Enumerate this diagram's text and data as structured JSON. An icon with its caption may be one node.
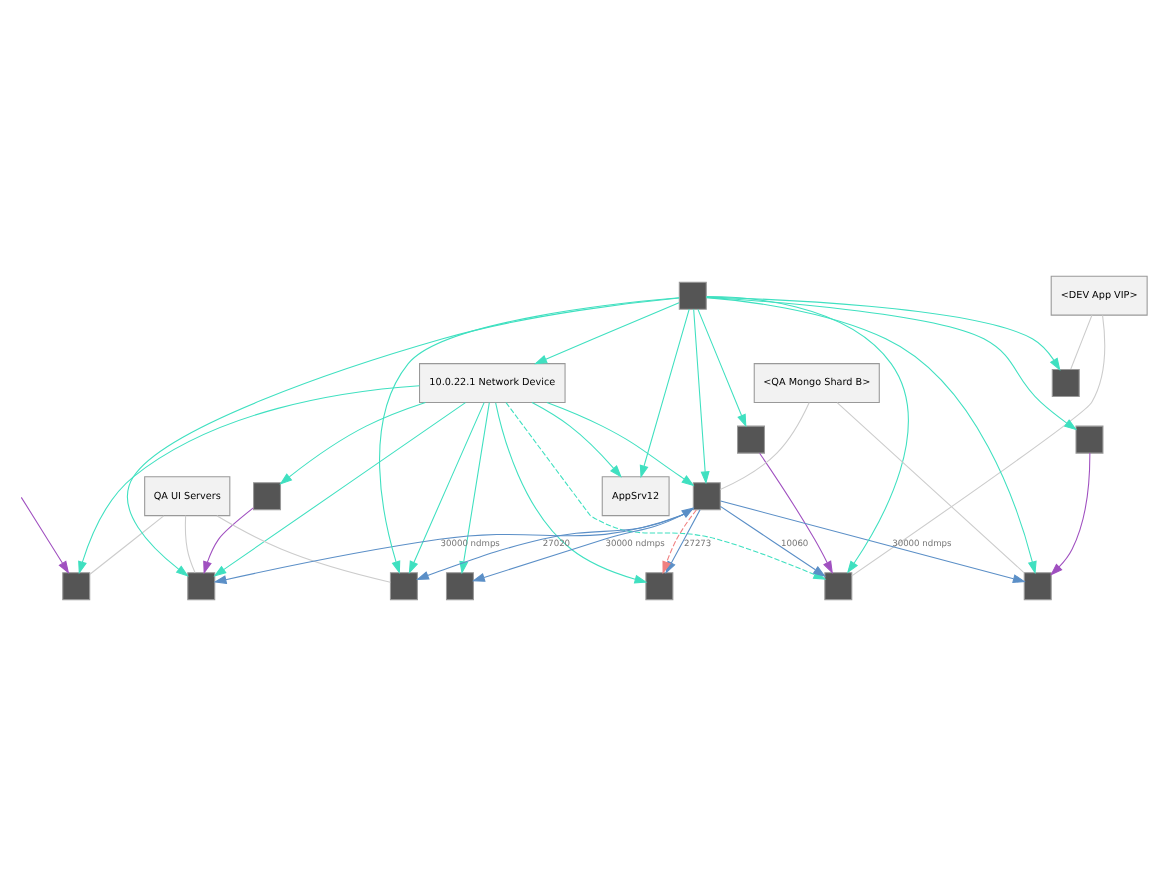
{
  "diagram": {
    "nodes": [
      {
        "text": [
          "AppSrv12"
        ]
      },
      {
        "text": [
          "10.0.22.1 Network Device"
        ]
      },
      {
        "text": [],
        "shape": "box"
      },
      {
        "text": [
          "QA UI Servers"
        ]
      },
      {
        "text": [],
        "shape": "box"
      },
      {
        "text": [],
        "shape": "box"
      },
      {
        "text": [],
        "shape": "box"
      },
      {
        "text": [
          "<DEV App VIP>"
        ]
      },
      {
        "text": [],
        "shape": "box"
      },
      {
        "text": [],
        "shape": "box"
      },
      {
        "text": [],
        "shape": "box"
      },
      {
        "text": [],
        "shape": "box"
      },
      {
        "text": [],
        "shape": "box"
      },
      {
        "text": [],
        "shape": "box"
      },
      {
        "text": [],
        "shape": "box"
      },
      {
        "text": [],
        "shape": "box"
      },
      {
        "text": [],
        "shape": "box"
      },
      {
        "text": [
          "<QA Mongo Shard B>"
        ]
      }
    ],
    "edges": [
      {
        "from": 1,
        "to": 0,
        "arrow": "to"
      },
      {
        "from": 15,
        "to": 0,
        "arrow": "to"
      },
      {
        "from": 1,
        "to": 2,
        "arrow": "to"
      },
      {
        "from": 1,
        "to": 4,
        "arrow": "to"
      },
      {
        "from": 1,
        "to": 5,
        "arrow": "to"
      },
      {
        "from": 1,
        "to": 6,
        "arrow": "to"
      },
      {
        "from": 1,
        "to": 9,
        "arrow": "to",
        "style": "dashed"
      },
      {
        "from": 1,
        "to": 11,
        "arrow": "to"
      },
      {
        "from": 1,
        "to": 12,
        "arrow": "to"
      },
      {
        "from": 1,
        "to": 13,
        "arrow": "to"
      },
      {
        "from": 15,
        "to": 1,
        "arrow": "to"
      },
      {
        "from": 15,
        "to": 4,
        "arrow": "to"
      },
      {
        "from": 15,
        "to": 5,
        "arrow": "to"
      },
      {
        "from": 15,
        "to": 8,
        "arrow": "to"
      },
      {
        "from": 15,
        "to": 9,
        "arrow": "to"
      },
      {
        "from": 15,
        "to": 10,
        "arrow": "to"
      },
      {
        "from": 15,
        "to": 11,
        "arrow": "to"
      },
      {
        "from": 15,
        "to": 14,
        "arrow": "to"
      },
      {
        "from": 15,
        "to": 16,
        "arrow": "to"
      },
      {
        "from": 3,
        "to": 4,
        "arrow": "none",
        "color": "#cccccc"
      },
      {
        "from": 3,
        "to": 5,
        "arrow": "none",
        "color": "#cccccc"
      },
      {
        "from": 3,
        "to": 6,
        "arrow": "none",
        "color": "#cccccc"
      },
      {
        "from": 7,
        "to": 8,
        "arrow": "none",
        "color": "#cccccc"
      },
      {
        "from": 7,
        "to": 9,
        "arrow": "none",
        "color": "#cccccc"
      },
      {
        "from": 17,
        "to": 11,
        "arrow": "none",
        "color": "#cccccc"
      },
      {
        "from": 17,
        "to": 14,
        "arrow": "none",
        "color": "#cccccc"
      },
      {
        "from": 2,
        "to": 5,
        "arrow": "to",
        "color": "#a050c0"
      },
      {
        "from": 10,
        "to": 9,
        "arrow": "to",
        "color": "#a050c0"
      },
      {
        "from": 16,
        "to": 14,
        "arrow": "to",
        "color": "#a050c0"
      },
      {
        "from": null,
        "to": 6,
        "arrow": "to",
        "color": "#a050c0"
      },
      {
        "from": 11,
        "to": 4,
        "label": "27020",
        "arrow": "to",
        "color": "#5b8fc7"
      },
      {
        "from": 11,
        "to": 5,
        "label": "30000 ndmps",
        "arrow": "to",
        "color": "#5b8fc7"
      },
      {
        "from": 11,
        "to": 12,
        "label": "27273",
        "arrow": "to",
        "color": "#5b8fc7"
      },
      {
        "from": 11,
        "to": 9,
        "label": "10060",
        "arrow": "to",
        "color": "#5b8fc7"
      },
      {
        "from": 11,
        "to": 13,
        "label": "30000 ndmps",
        "arrow": "both",
        "color": "#5b8fc7"
      },
      {
        "from": 11,
        "to": 14,
        "label": "30000 ndmps",
        "arrow": "to",
        "color": "#5b8fc7"
      },
      {
        "from": 11,
        "to": 12,
        "arrow": "to",
        "style": "dashed",
        "color": "#f08080"
      }
    ]
  }
}
